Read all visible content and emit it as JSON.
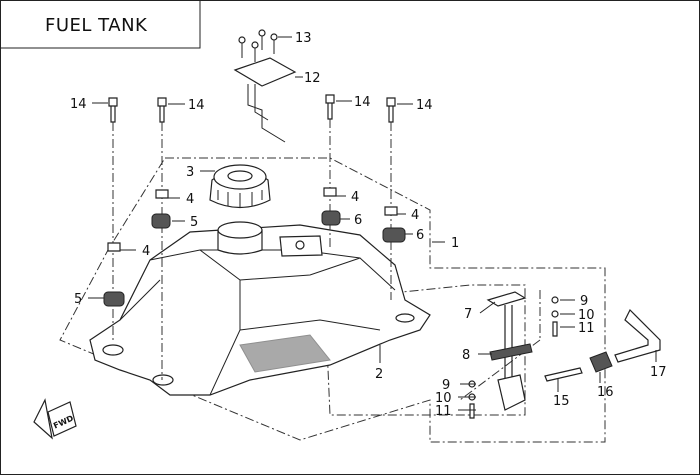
{
  "title": "FUEL TANK",
  "fwd_label": "FWD",
  "callouts": [
    "13",
    "12",
    "14",
    "14",
    "14",
    "14",
    "3",
    "4",
    "5",
    "4",
    "5",
    "4",
    "6",
    "4",
    "6",
    "1",
    "9",
    "10",
    "11",
    "7",
    "8",
    "2",
    "9",
    "10",
    "11",
    "15",
    "16",
    "17"
  ]
}
